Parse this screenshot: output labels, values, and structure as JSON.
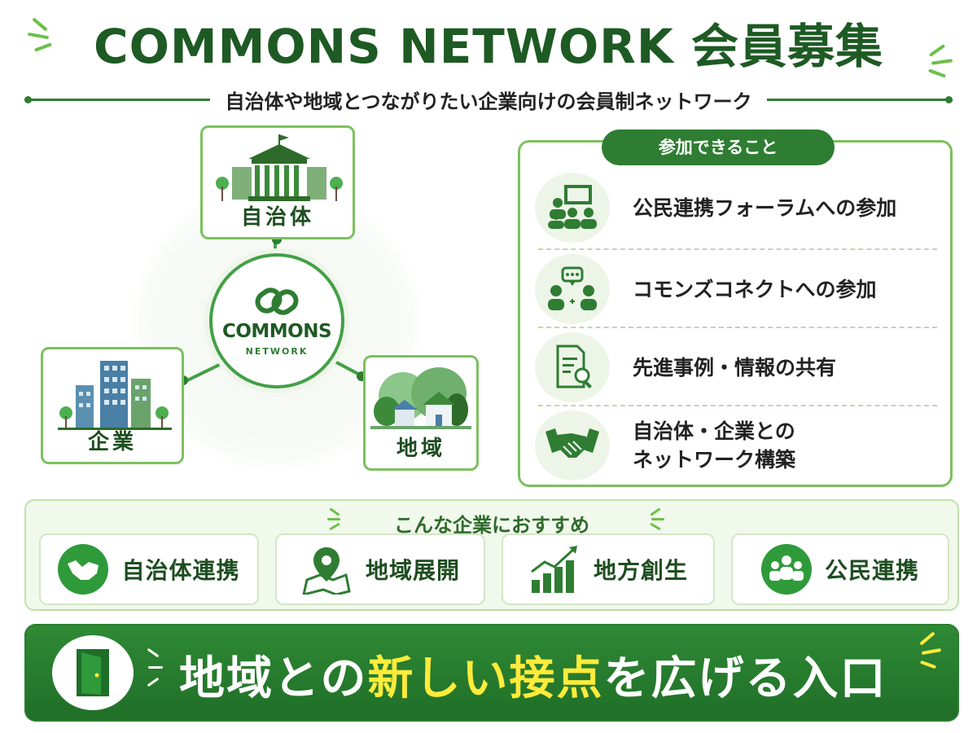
{
  "header": {
    "title": "COMMONS NETWORK 会員募集",
    "subtitle": "自治体や地域とつながりたい企業向けの会員制ネットワーク"
  },
  "network": {
    "hub_name": "COMMONS",
    "hub_sub": "NETWORK",
    "nodes": {
      "government": "自治体",
      "company": "企業",
      "region": "地域"
    }
  },
  "benefits": {
    "title": "参加できること",
    "items": [
      {
        "label_lines": [
          "公民連携フォーラムへの参加"
        ],
        "icon": "meeting-icon"
      },
      {
        "label_lines": [
          "コモンズコネクトへの参加"
        ],
        "icon": "connect-people-icon"
      },
      {
        "label_lines": [
          "先進事例・情報の共有"
        ],
        "icon": "document-search-icon"
      },
      {
        "label_lines": [
          "自治体・企業との",
          "ネットワーク構築"
        ],
        "icon": "handshake-icon"
      }
    ]
  },
  "recommend": {
    "title": "こんな企業におすすめ",
    "items": [
      {
        "label": "自治体連携",
        "icon": "handshake-icon"
      },
      {
        "label": "地域展開",
        "icon": "map-pin-icon"
      },
      {
        "label": "地方創生",
        "icon": "growth-chart-icon"
      },
      {
        "label": "公民連携",
        "icon": "group-icon"
      }
    ]
  },
  "banner": {
    "text_1": "地域との",
    "text_highlight": "新しい接点",
    "text_2": "を広げる入口"
  },
  "colors": {
    "primary": "#2e7d32",
    "accent": "#7cc05e",
    "highlight": "#ffeb3b"
  }
}
